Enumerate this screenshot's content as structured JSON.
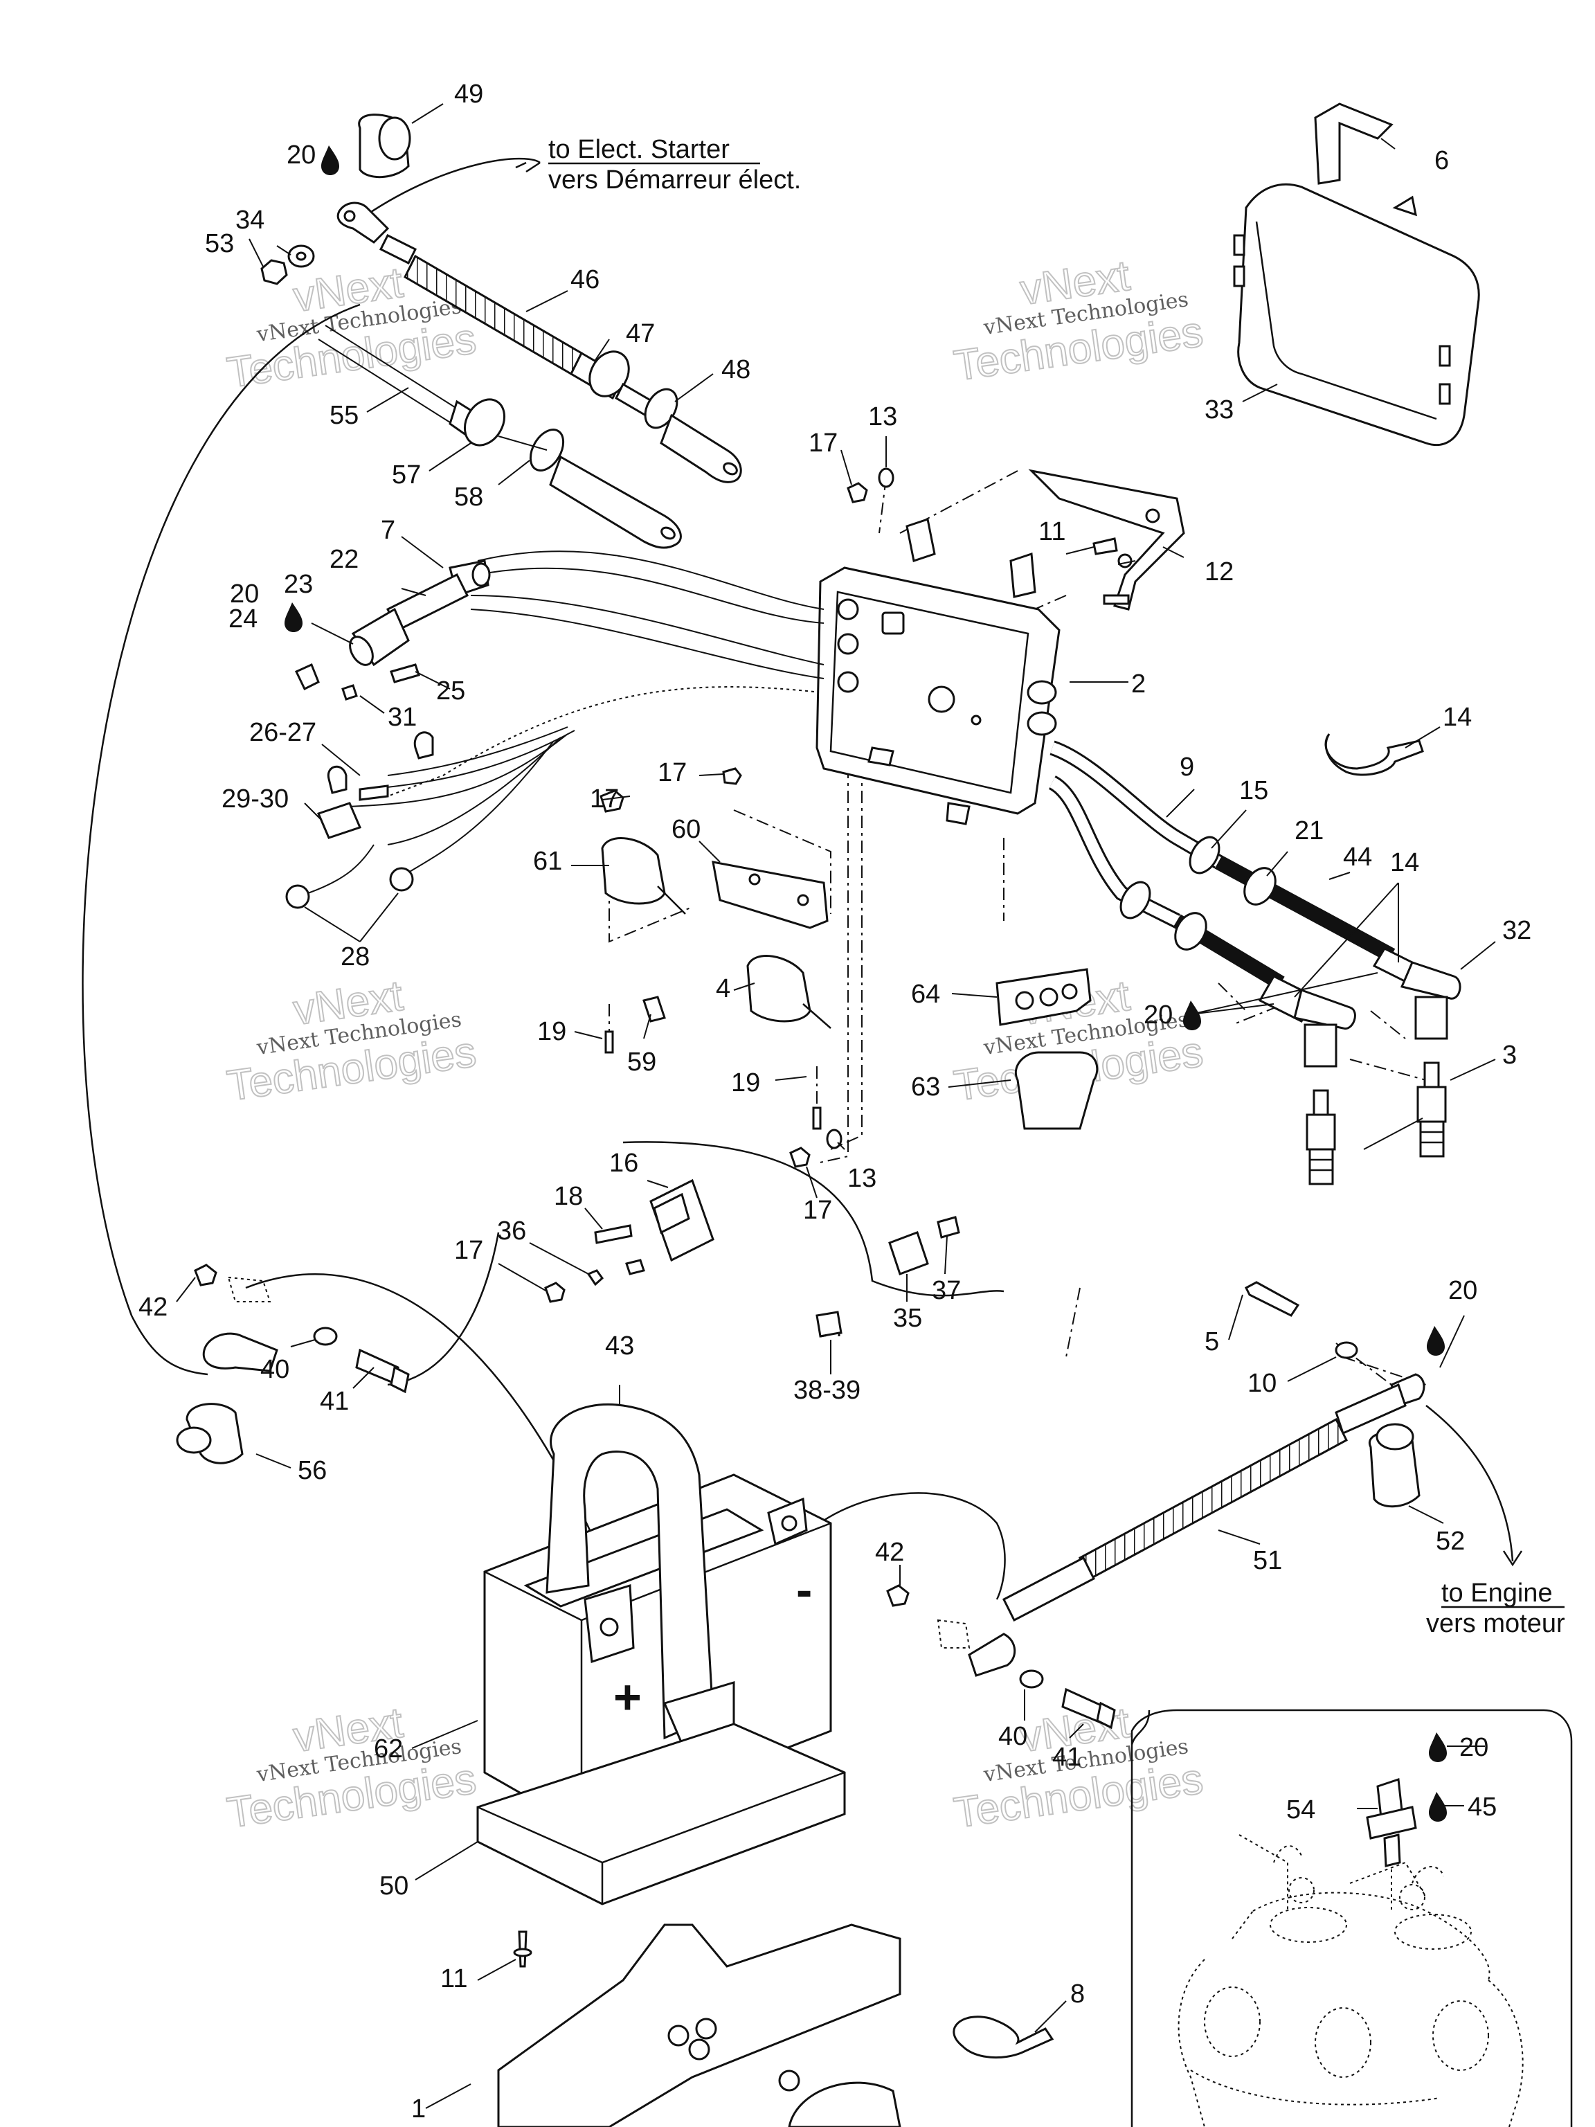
{
  "notes": {
    "starter_en": "to Elect. Starter",
    "starter_fr": "vers Démarreur élect.",
    "engine_en": "to Engine",
    "engine_fr": "vers moteur"
  },
  "watermark": {
    "line1": "vNext",
    "line2": "vNext Technologies",
    "line3": "Technologies"
  },
  "callouts": [
    {
      "id": "c49",
      "text": "49"
    },
    {
      "id": "c20a",
      "text": "20"
    },
    {
      "id": "c34",
      "text": "34"
    },
    {
      "id": "c53",
      "text": "53"
    },
    {
      "id": "c46",
      "text": "46"
    },
    {
      "id": "c47",
      "text": "47"
    },
    {
      "id": "c48",
      "text": "48"
    },
    {
      "id": "c55",
      "text": "55"
    },
    {
      "id": "c57",
      "text": "57"
    },
    {
      "id": "c58",
      "text": "58"
    },
    {
      "id": "c6",
      "text": "6"
    },
    {
      "id": "c33",
      "text": "33"
    },
    {
      "id": "c13a",
      "text": "13"
    },
    {
      "id": "c17a",
      "text": "17"
    },
    {
      "id": "c11a",
      "text": "11"
    },
    {
      "id": "c12",
      "text": "12"
    },
    {
      "id": "c7",
      "text": "7"
    },
    {
      "id": "c22",
      "text": "22"
    },
    {
      "id": "c20b",
      "text": "20"
    },
    {
      "id": "c23",
      "text": "23"
    },
    {
      "id": "c24",
      "text": "24"
    },
    {
      "id": "c25",
      "text": "25"
    },
    {
      "id": "c31",
      "text": "31"
    },
    {
      "id": "c2",
      "text": "2"
    },
    {
      "id": "c2627",
      "text": "26-27"
    },
    {
      "id": "c2930",
      "text": "29-30"
    },
    {
      "id": "c28",
      "text": "28"
    },
    {
      "id": "c14a",
      "text": "14"
    },
    {
      "id": "c9",
      "text": "9"
    },
    {
      "id": "c15",
      "text": "15"
    },
    {
      "id": "c21",
      "text": "21"
    },
    {
      "id": "c44",
      "text": "44"
    },
    {
      "id": "c14b",
      "text": "14"
    },
    {
      "id": "c32",
      "text": "32"
    },
    {
      "id": "c17b",
      "text": "17"
    },
    {
      "id": "c17c",
      "text": "17"
    },
    {
      "id": "c60",
      "text": "60"
    },
    {
      "id": "c61",
      "text": "61"
    },
    {
      "id": "c64",
      "text": "64"
    },
    {
      "id": "c20c",
      "text": "20"
    },
    {
      "id": "c4",
      "text": "4"
    },
    {
      "id": "c19a",
      "text": "19"
    },
    {
      "id": "c59",
      "text": "59"
    },
    {
      "id": "c19b",
      "text": "19"
    },
    {
      "id": "c63",
      "text": "63"
    },
    {
      "id": "c3",
      "text": "3"
    },
    {
      "id": "c13b",
      "text": "13"
    },
    {
      "id": "c17d",
      "text": "17"
    },
    {
      "id": "c16",
      "text": "16"
    },
    {
      "id": "c18",
      "text": "18"
    },
    {
      "id": "c36",
      "text": "36"
    },
    {
      "id": "c17e",
      "text": "17"
    },
    {
      "id": "c37",
      "text": "37"
    },
    {
      "id": "c35",
      "text": "35"
    },
    {
      "id": "c3839",
      "text": "38-39"
    },
    {
      "id": "c42a",
      "text": "42"
    },
    {
      "id": "c40a",
      "text": "40"
    },
    {
      "id": "c41a",
      "text": "41"
    },
    {
      "id": "c56",
      "text": "56"
    },
    {
      "id": "c43",
      "text": "43"
    },
    {
      "id": "c20d",
      "text": "20"
    },
    {
      "id": "c5",
      "text": "5"
    },
    {
      "id": "c10",
      "text": "10"
    },
    {
      "id": "c52",
      "text": "52"
    },
    {
      "id": "c51",
      "text": "51"
    },
    {
      "id": "c42b",
      "text": "42"
    },
    {
      "id": "c40b",
      "text": "40"
    },
    {
      "id": "c41b",
      "text": "41"
    },
    {
      "id": "c62",
      "text": "62"
    },
    {
      "id": "c50",
      "text": "50"
    },
    {
      "id": "c20e",
      "text": "20"
    },
    {
      "id": "c54",
      "text": "54"
    },
    {
      "id": "c45",
      "text": "45"
    },
    {
      "id": "c11b",
      "text": "11"
    },
    {
      "id": "c8",
      "text": "8"
    },
    {
      "id": "c1",
      "text": "1"
    }
  ],
  "symbols": {
    "positive": "+",
    "negative": "-"
  }
}
